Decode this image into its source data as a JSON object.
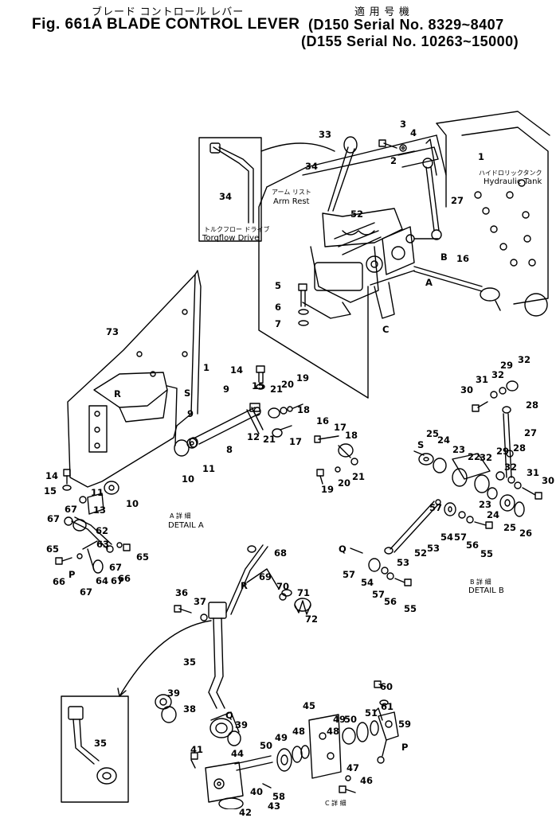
{
  "header": {
    "jp_title": "ブレード コントロール レバー",
    "jp_applicable": "適 用 号 機",
    "fig_title": "Fig. 661A  BLADE CONTROL LEVER",
    "serial_1": "(D150  Serial  No. 8329~8407",
    "serial_2": "(D155  Serial  No. 10263~15000)"
  },
  "captions": {
    "torqflow_jp": "トルクフロー ドライブ",
    "torqflow_en": "Torqflow Drive",
    "armrest_jp": "アーム リスト",
    "armrest_en": "Arm  Rest",
    "hydtank_jp": "ハイドロリックタンク",
    "hydtank_en": "Hydraulic Tank",
    "detail_a_jp": "A  詳  細",
    "detail_a": "DETAIL  A",
    "detail_b_jp": "B  詳  細",
    "detail_b": "DETAIL  B",
    "detail_c_jp": "C  詳  細"
  },
  "parts": [
    {
      "n": "33"
    },
    {
      "n": "3"
    },
    {
      "n": "4"
    },
    {
      "n": "2"
    },
    {
      "n": "1"
    },
    {
      "n": "34"
    },
    {
      "n": "34"
    },
    {
      "n": "27"
    },
    {
      "n": "52"
    },
    {
      "n": "B"
    },
    {
      "n": "16"
    },
    {
      "n": "5"
    },
    {
      "n": "A"
    },
    {
      "n": "6"
    },
    {
      "n": "7"
    },
    {
      "n": "C"
    },
    {
      "n": "73"
    },
    {
      "n": "1"
    },
    {
      "n": "R"
    },
    {
      "n": "S"
    },
    {
      "n": "14"
    },
    {
      "n": "15"
    },
    {
      "n": "19"
    },
    {
      "n": "9"
    },
    {
      "n": "21"
    },
    {
      "n": "20"
    },
    {
      "n": "18"
    },
    {
      "n": "9"
    },
    {
      "n": "12"
    },
    {
      "n": "21"
    },
    {
      "n": "17"
    },
    {
      "n": "8"
    },
    {
      "n": "10"
    },
    {
      "n": "11"
    },
    {
      "n": "16"
    },
    {
      "n": "17"
    },
    {
      "n": "18"
    },
    {
      "n": "19"
    },
    {
      "n": "20"
    },
    {
      "n": "21"
    },
    {
      "n": "14"
    },
    {
      "n": "15"
    },
    {
      "n": "13"
    },
    {
      "n": "11"
    },
    {
      "n": "10"
    },
    {
      "n": "67"
    },
    {
      "n": "67"
    },
    {
      "n": "62"
    },
    {
      "n": "63"
    },
    {
      "n": "65"
    },
    {
      "n": "66"
    },
    {
      "n": "65"
    },
    {
      "n": "67"
    },
    {
      "n": "66"
    },
    {
      "n": "P"
    },
    {
      "n": "67"
    },
    {
      "n": "64"
    },
    {
      "n": "67"
    },
    {
      "n": "29"
    },
    {
      "n": "32"
    },
    {
      "n": "31"
    },
    {
      "n": "32"
    },
    {
      "n": "30"
    },
    {
      "n": "28"
    },
    {
      "n": "27"
    },
    {
      "n": "25"
    },
    {
      "n": "24"
    },
    {
      "n": "S"
    },
    {
      "n": "23"
    },
    {
      "n": "22"
    },
    {
      "n": "32"
    },
    {
      "n": "29"
    },
    {
      "n": "28"
    },
    {
      "n": "32"
    },
    {
      "n": "31"
    },
    {
      "n": "30"
    },
    {
      "n": "57"
    },
    {
      "n": "23"
    },
    {
      "n": "24"
    },
    {
      "n": "25"
    },
    {
      "n": "26"
    },
    {
      "n": "52"
    },
    {
      "n": "53"
    },
    {
      "n": "54"
    },
    {
      "n": "57"
    },
    {
      "n": "56"
    },
    {
      "n": "55"
    },
    {
      "n": "Q"
    },
    {
      "n": "57"
    },
    {
      "n": "54"
    },
    {
      "n": "53"
    },
    {
      "n": "57"
    },
    {
      "n": "56"
    },
    {
      "n": "55"
    },
    {
      "n": "68"
    },
    {
      "n": "69"
    },
    {
      "n": "R"
    },
    {
      "n": "70"
    },
    {
      "n": "71"
    },
    {
      "n": "72"
    },
    {
      "n": "36"
    },
    {
      "n": "37"
    },
    {
      "n": "35"
    },
    {
      "n": "39"
    },
    {
      "n": "38"
    },
    {
      "n": "Q"
    },
    {
      "n": "39"
    },
    {
      "n": "35"
    },
    {
      "n": "41"
    },
    {
      "n": "44"
    },
    {
      "n": "40"
    },
    {
      "n": "43"
    },
    {
      "n": "42"
    },
    {
      "n": "58"
    },
    {
      "n": "50"
    },
    {
      "n": "49"
    },
    {
      "n": "48"
    },
    {
      "n": "45"
    },
    {
      "n": "49"
    },
    {
      "n": "50"
    },
    {
      "n": "48"
    },
    {
      "n": "51"
    },
    {
      "n": "60"
    },
    {
      "n": "61"
    },
    {
      "n": "59"
    },
    {
      "n": "P"
    },
    {
      "n": "47"
    },
    {
      "n": "46"
    }
  ]
}
